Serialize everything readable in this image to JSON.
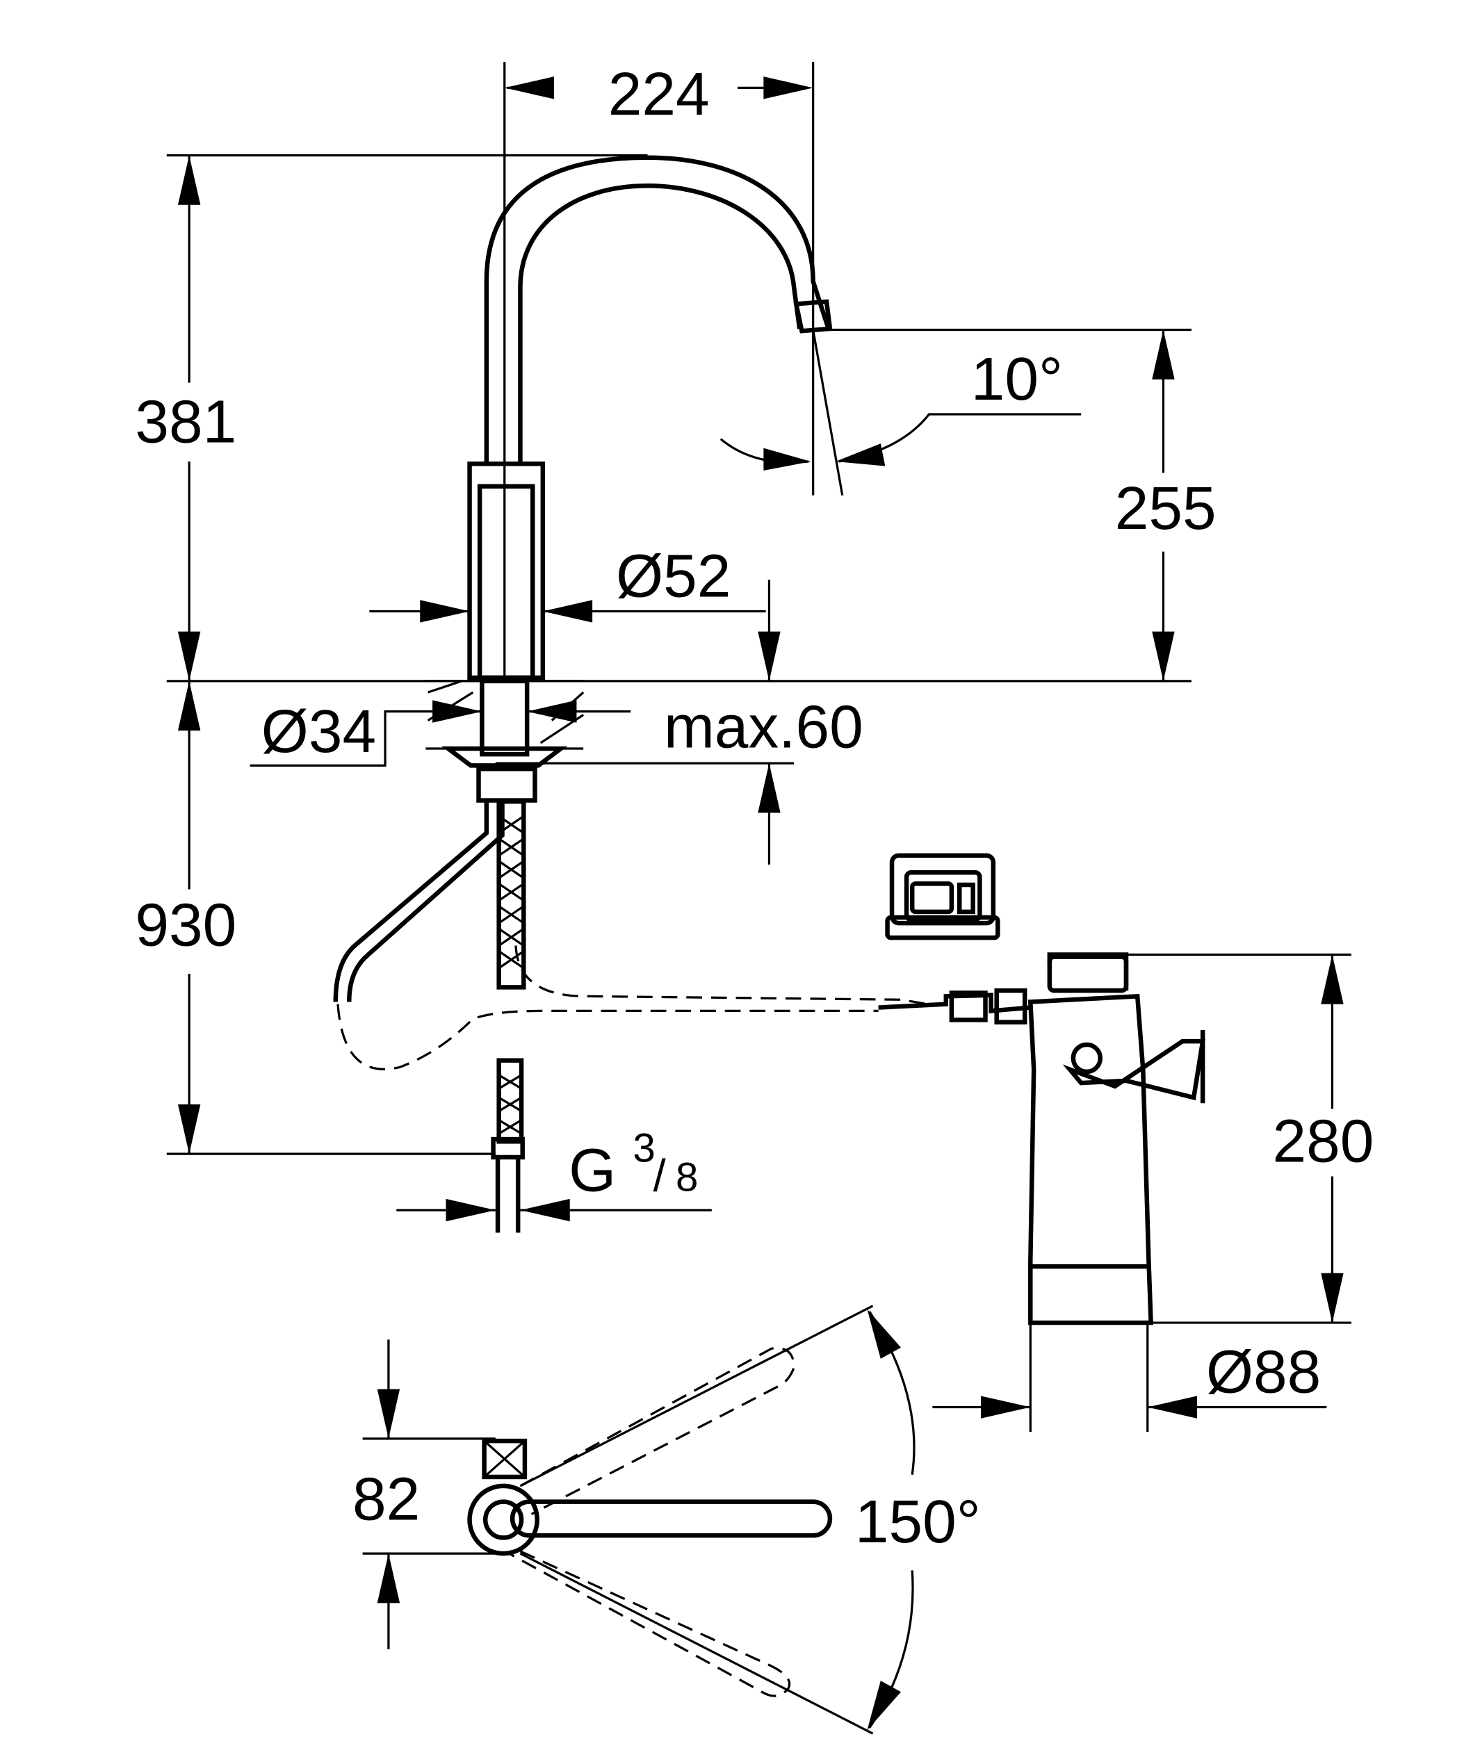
{
  "dimensions": {
    "spout_reach": "224",
    "total_height": "381",
    "spray_angle": "10°",
    "spout_height": "255",
    "body_diameter": "Ø52",
    "hole_diameter": "Ø34",
    "max_deck": "max.60",
    "hose_length": "930",
    "connection_prefix": "G",
    "connection_num": "3",
    "connection_den": "8",
    "filter_height": "280",
    "filter_diameter": "Ø88",
    "handle_offset": "82",
    "swivel_angle": "150°"
  },
  "colors": {
    "line": "#000000",
    "background": "#ffffff"
  }
}
